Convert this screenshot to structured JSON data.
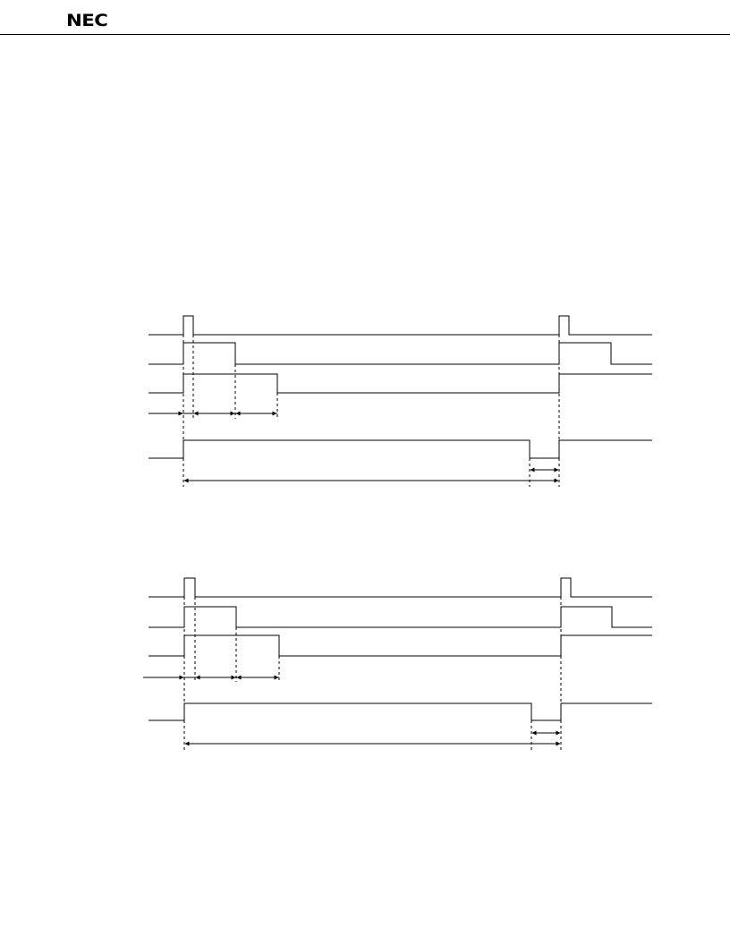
{
  "header": {
    "logo_text": "NEC"
  },
  "diagrams": [
    {
      "name": "timing-diagram-1",
      "signals": 5,
      "text_labels": []
    },
    {
      "name": "timing-diagram-2",
      "signals": 5,
      "text_labels": []
    }
  ],
  "colors": {
    "line": "#000000",
    "background": "#ffffff"
  }
}
